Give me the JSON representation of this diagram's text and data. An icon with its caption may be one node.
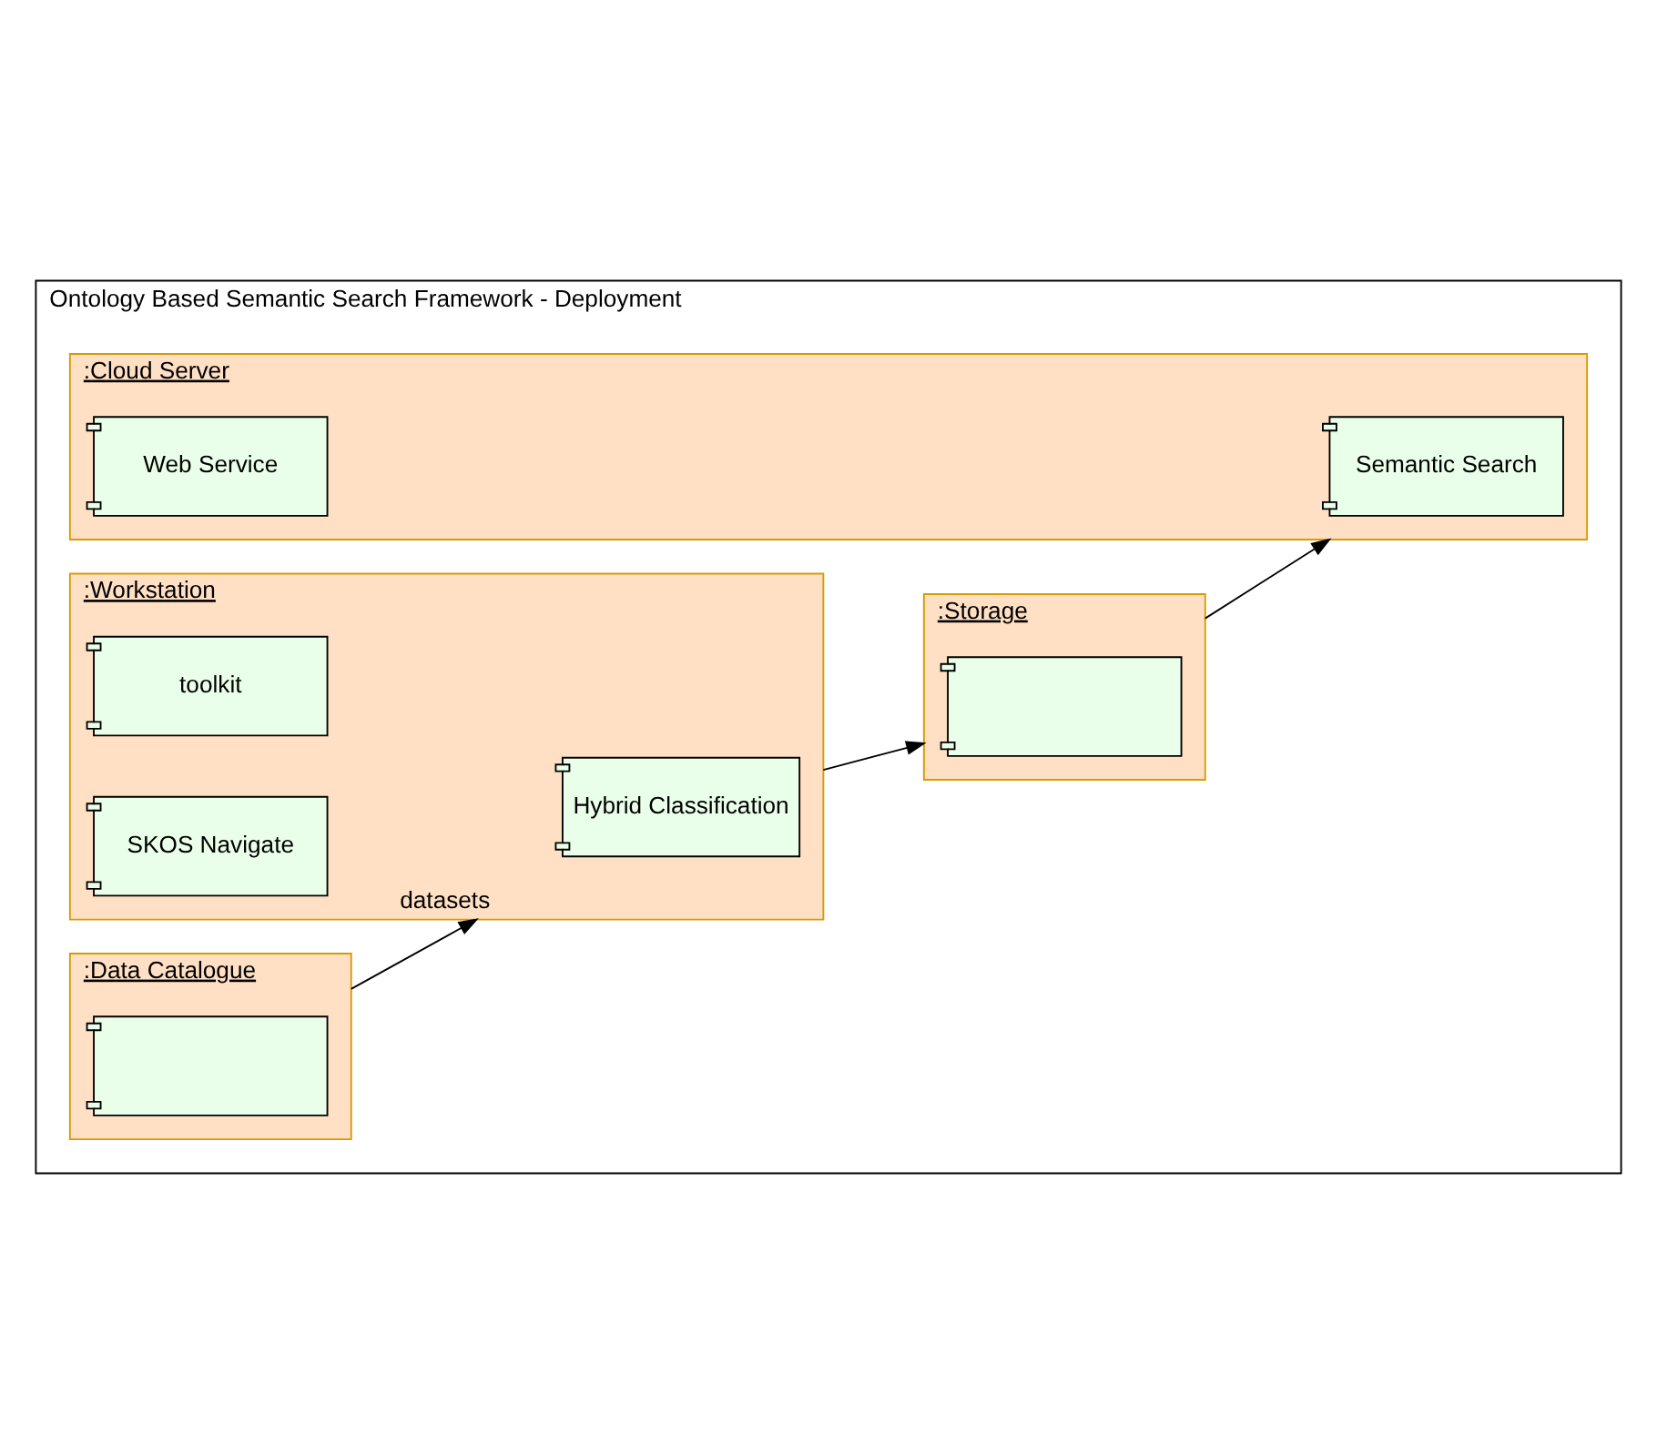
{
  "diagram": {
    "nodes": [
      {
        "text": [
          "Ontology Based Semantic Search Framework - Deployment"
        ]
      },
      {
        "text": [
          ":Cloud Server"
        ],
        "in": 0
      },
      {
        "text": [
          "Semantic Search"
        ],
        "in": 1
      },
      {
        "text": [
          "Web Service"
        ],
        "in": 1
      },
      {
        "text": [
          ":Workstation"
        ],
        "in": 0
      },
      {
        "text": [
          "Hybrid Classification"
        ],
        "in": 4
      },
      {
        "text": [
          "toolkit"
        ],
        "in": 4
      },
      {
        "text": [
          "SKOS Navigate"
        ],
        "in": 4
      },
      {
        "text": [
          ":Storage"
        ],
        "in": 0
      },
      {
        "text": [],
        "shape": "component",
        "in": 8
      },
      {
        "text": [
          ":Data Catalogue"
        ],
        "in": 0
      },
      {
        "text": [],
        "shape": "component",
        "in": 10
      }
    ],
    "edges": [
      {
        "from": 8,
        "to": 1,
        "arrow": "to"
      },
      {
        "from": 4,
        "to": 8,
        "arrow": "to"
      },
      {
        "from": 10,
        "to": 4,
        "arrow": "to",
        "label": "datasets"
      }
    ]
  }
}
